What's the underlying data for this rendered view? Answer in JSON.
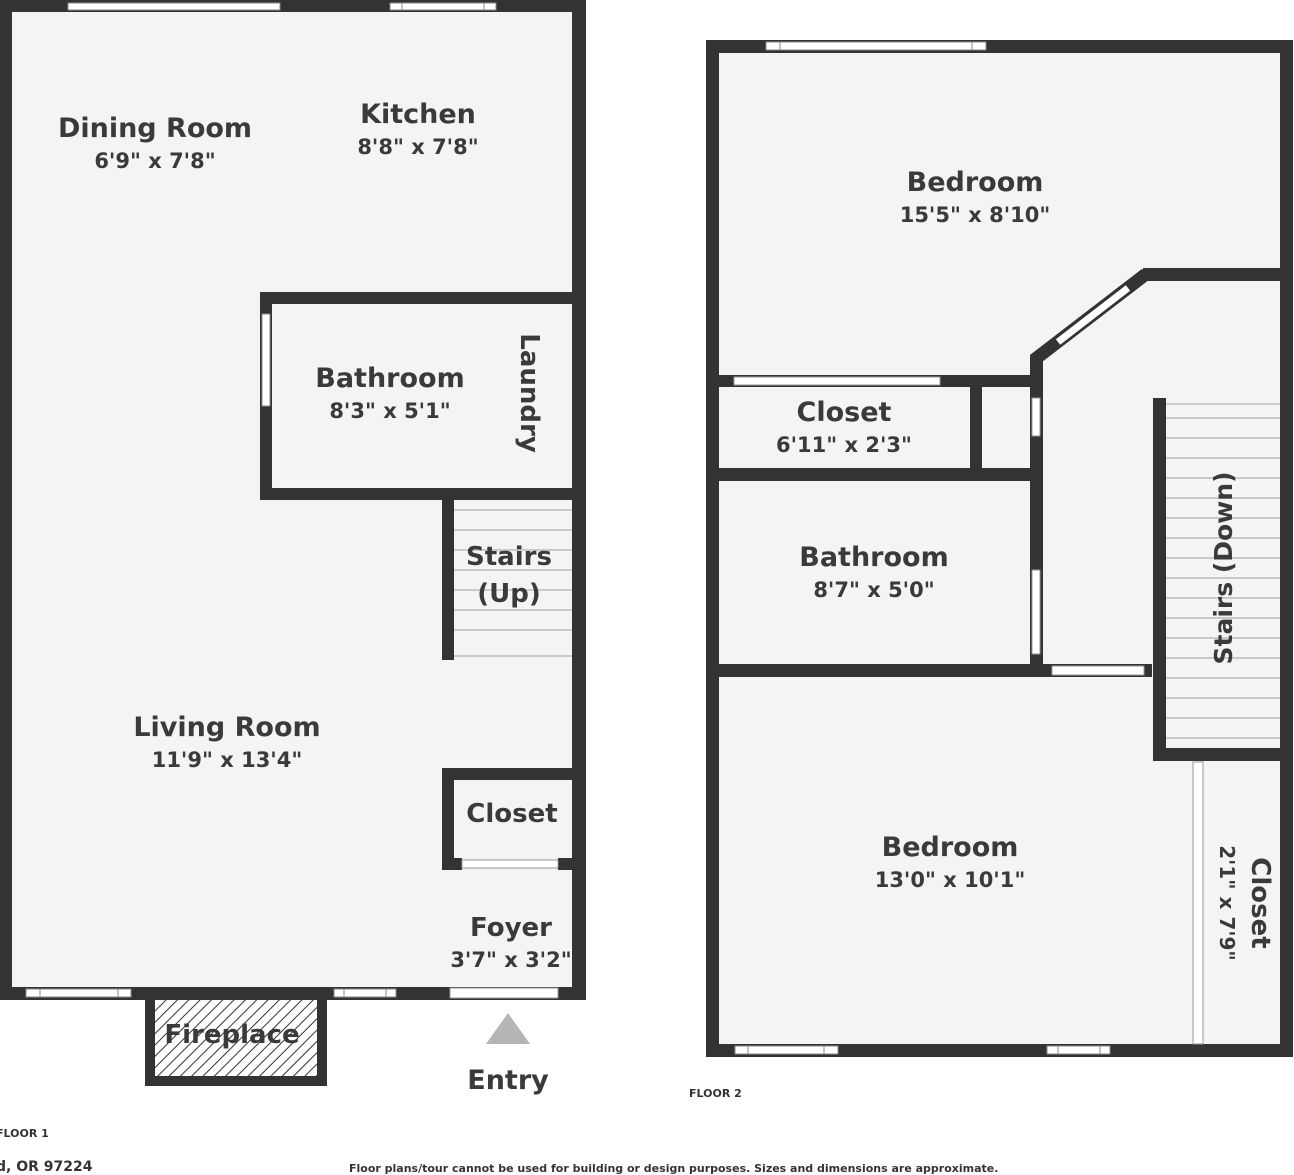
{
  "colors": {
    "wall": "#333333",
    "floor": "#f4f4f4",
    "window": "#ffffff",
    "arrow": "#b5b5b5"
  },
  "floor1": {
    "label": "FLOOR 1",
    "address": "d, OR 97224",
    "rooms": {
      "dining": {
        "name": "Dining Room",
        "dim": "6'9\" x 7'8\""
      },
      "kitchen": {
        "name": "Kitchen",
        "dim": "8'8\" x 7'8\""
      },
      "bathroom": {
        "name": "Bathroom",
        "dim": "8'3\" x 5'1\""
      },
      "laundry": {
        "name": "Laundry"
      },
      "stairs": {
        "line1": "Stairs",
        "line2": "(Up)"
      },
      "living": {
        "name": "Living Room",
        "dim": "11'9\" x 13'4\""
      },
      "closet": {
        "name": "Closet"
      },
      "foyer": {
        "name": "Foyer",
        "dim": "3'7\" x 3'2\""
      },
      "fireplace": {
        "name": "Fireplace"
      }
    },
    "entry": "Entry"
  },
  "floor2": {
    "label": "FLOOR 2",
    "rooms": {
      "bedroom_top": {
        "name": "Bedroom",
        "dim": "15'5\" x 8'10\""
      },
      "closet": {
        "name": "Closet",
        "dim": "6'11\" x 2'3\""
      },
      "bathroom": {
        "name": "Bathroom",
        "dim": "8'7\" x 5'0\""
      },
      "stairs": {
        "name": "Stairs (Down)"
      },
      "bedroom_bottom": {
        "name": "Bedroom",
        "dim": "13'0\" x 10'1\""
      },
      "closet_side": {
        "name": "Closet",
        "dim": "2'1\" x 7'9\""
      }
    }
  },
  "disclaimer": "Floor plans/tour cannot be used for building or design purposes. Sizes and dimensions are approximate."
}
